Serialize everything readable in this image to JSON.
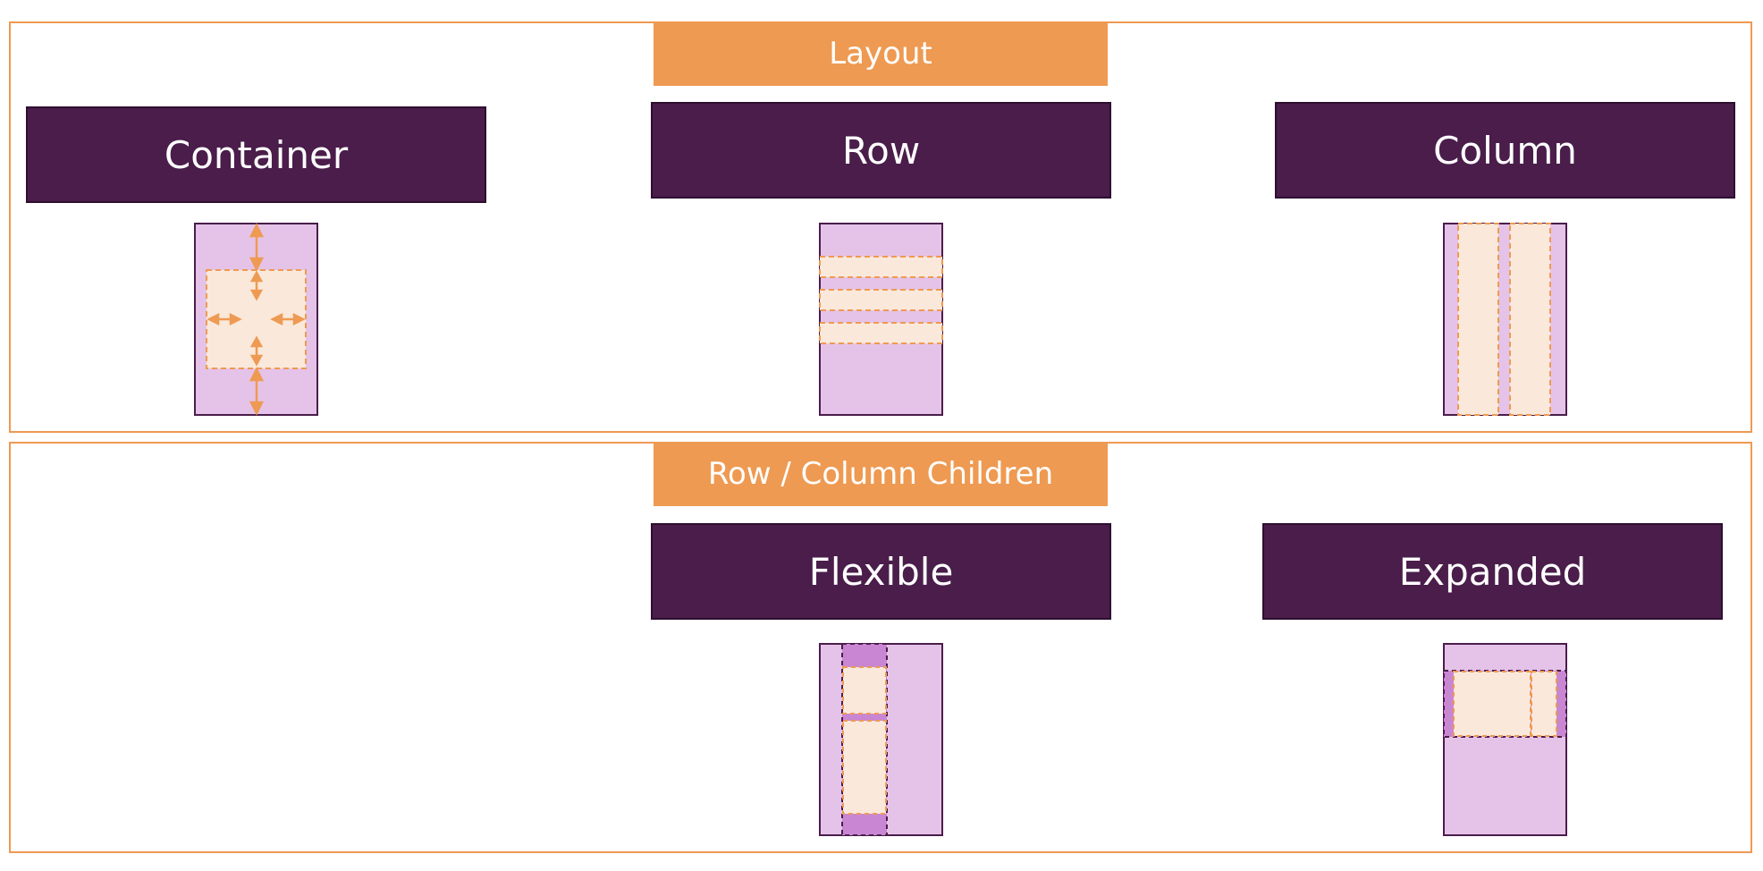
{
  "colors": {
    "section_border": "#EE9A52",
    "section_header_bg": "#EE9A52",
    "card_title_bg": "#4A1D4B",
    "widget_bg": "#E5C3E8",
    "widget_border": "#4A1D4B",
    "child_fill": "#FAE8DA",
    "child_border": "#EE9A52",
    "flex_space_fill": "#C986D3",
    "arrow": "#EE9A52"
  },
  "layout_section": {
    "header": "Layout",
    "cards": [
      {
        "title": "Container",
        "icon": "container-padding-icon"
      },
      {
        "title": "Row",
        "icon": "row-children-icon"
      },
      {
        "title": "Column",
        "icon": "column-children-icon"
      }
    ]
  },
  "children_section": {
    "header": "Row / Column Children",
    "cards": [
      {
        "title": "Flexible",
        "icon": "flexible-children-icon"
      },
      {
        "title": "Expanded",
        "icon": "expanded-children-icon"
      }
    ]
  }
}
